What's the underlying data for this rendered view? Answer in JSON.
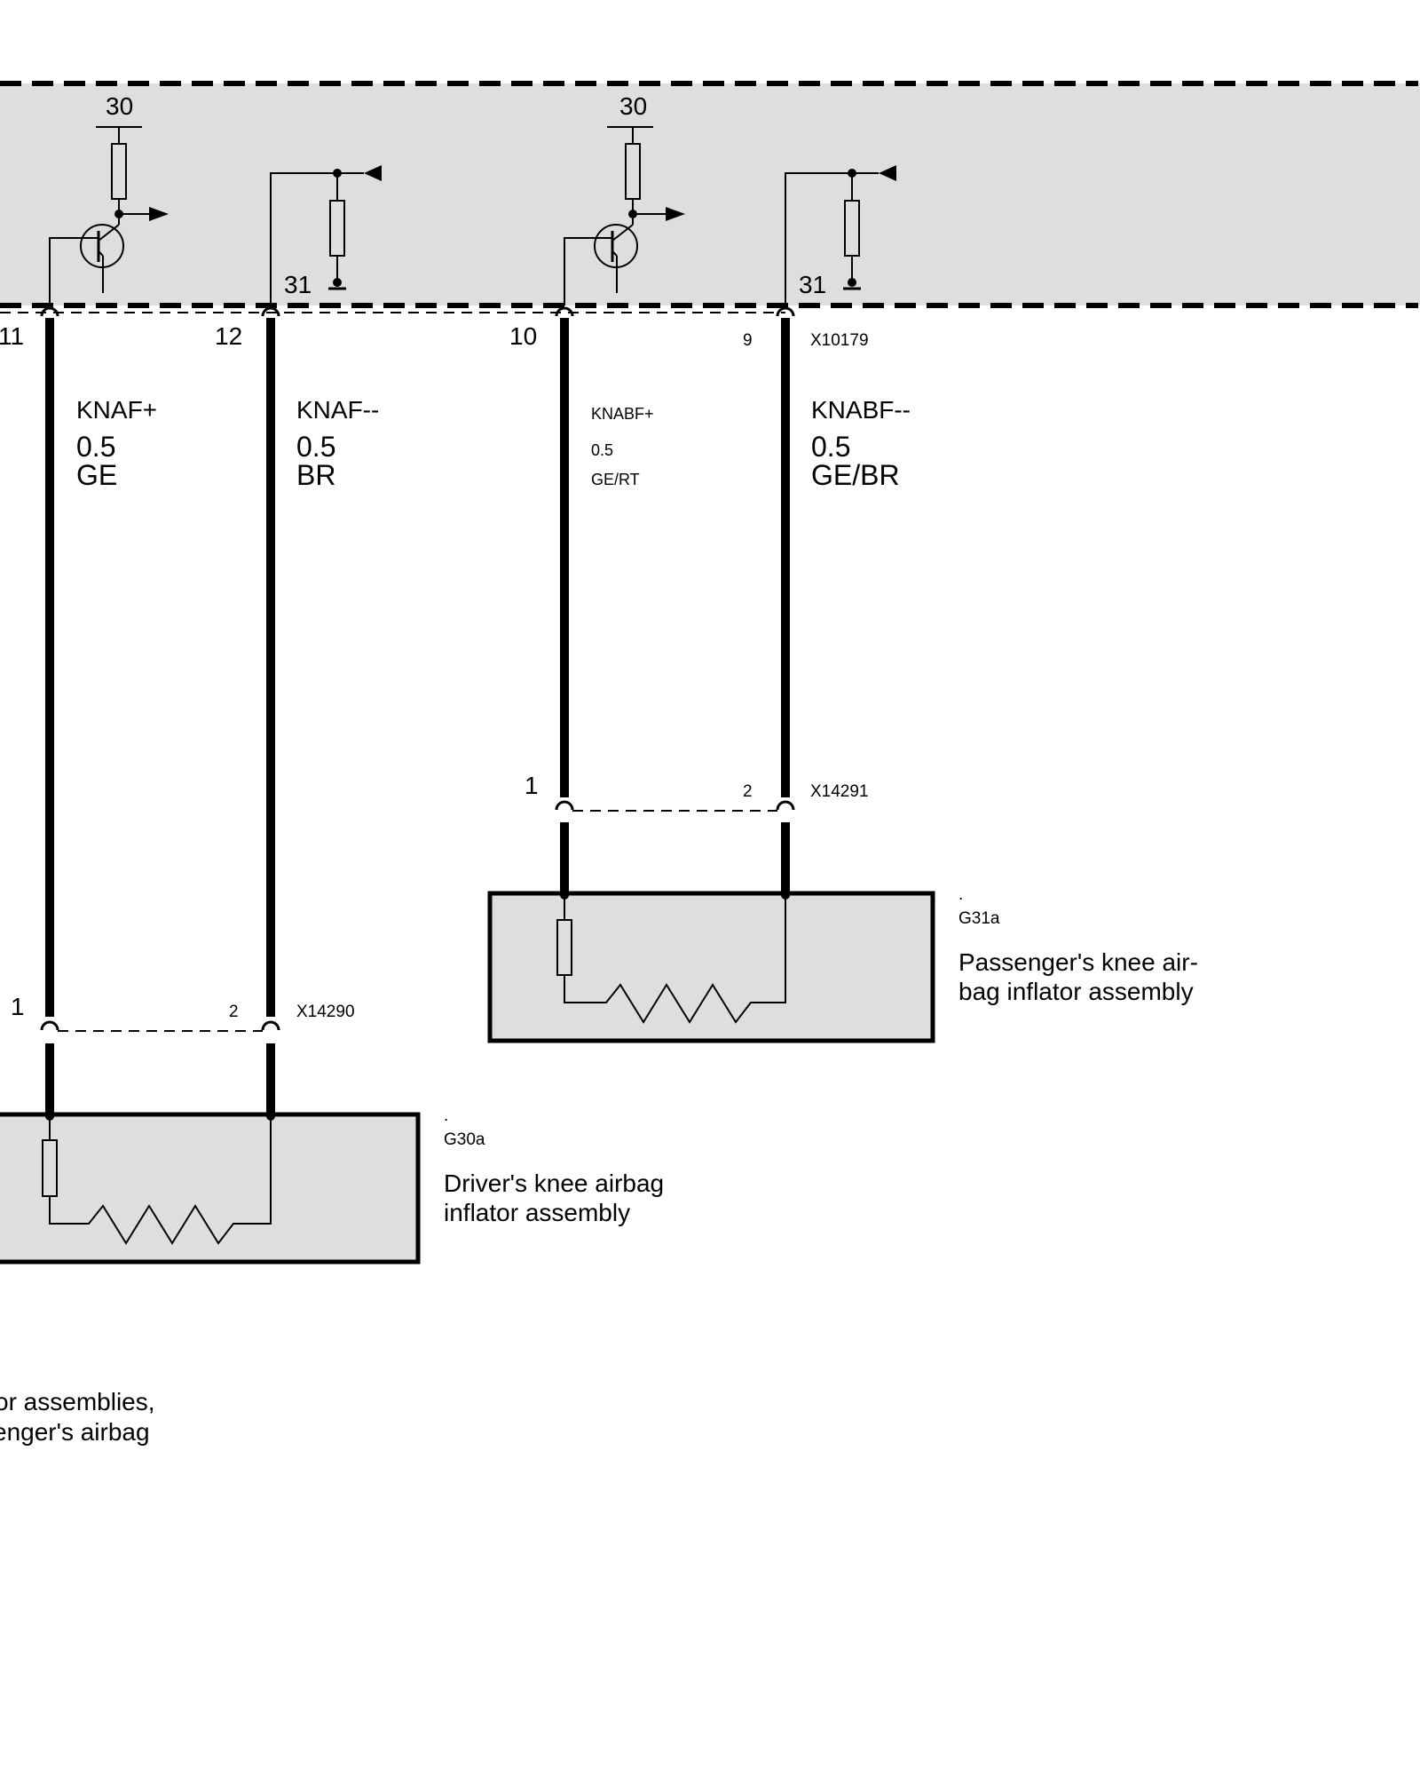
{
  "control_unit": {
    "terminal_30_left": "30",
    "terminal_30_right": "30",
    "terminal_31_left": "31",
    "terminal_31_right": "31",
    "connector_id": "X10179",
    "pins": {
      "p11": "11",
      "p12": "12",
      "p10": "10",
      "p9": "9"
    }
  },
  "wires": {
    "knaf_plus": {
      "signal": "KNAF+",
      "gauge": "0.5",
      "color": "GE"
    },
    "knaf_minus": {
      "signal": "KNAF--",
      "gauge": "0.5",
      "color": "BR"
    },
    "knabf_plus": {
      "signal": "KNABF+",
      "gauge": "0.5",
      "color": "GE/RT"
    },
    "knabf_minus": {
      "signal": "KNABF--",
      "gauge": "0.5",
      "color": "GE/BR"
    }
  },
  "driver_connector": {
    "id": "X14290",
    "pin1": "1",
    "pin2": "2"
  },
  "passenger_connector": {
    "id": "X14291",
    "pin1": "1",
    "pin2": "2"
  },
  "driver_component": {
    "dot": ".",
    "code": "G30a",
    "name_line1": "Driver's knee airbag",
    "name_line2": "inflator assembly"
  },
  "passenger_component": {
    "dot": ".",
    "code": "G31a",
    "name_line1": "Passenger's knee air-",
    "name_line2": "bag inflator assembly"
  },
  "footnote": {
    "line1": "or assemblies,",
    "line2": "enger's airbag"
  },
  "colors": {
    "module_fill": "#dedede",
    "line": "#000000",
    "background": "#ffffff"
  }
}
